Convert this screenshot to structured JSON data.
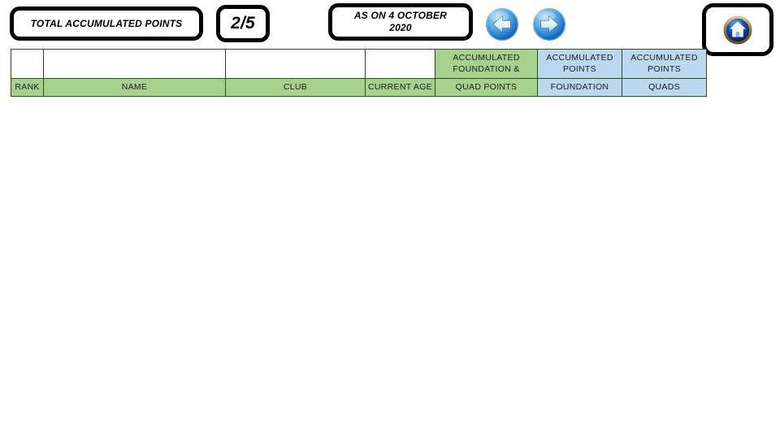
{
  "header": {
    "title": "TOTAL ACCUMULATED POINTS",
    "page_indicator": "2/5",
    "as_on_line1": "AS ON 4 OCTOBER",
    "as_on_line2": "2020",
    "prev_icon": "left-arrow-icon",
    "next_icon": "right-arrow-icon",
    "home_icon": "home-icon"
  },
  "table": {
    "columns": [
      {
        "key": "rank",
        "label_lines": [
          "RANK"
        ],
        "color": "green"
      },
      {
        "key": "name",
        "label_lines": [
          "NAME"
        ],
        "color": "green"
      },
      {
        "key": "club",
        "label_lines": [
          "CLUB"
        ],
        "color": "green"
      },
      {
        "key": "current_age",
        "label_lines": [
          "CURRENT AGE"
        ],
        "color": "green"
      },
      {
        "key": "acc_found_quad",
        "label_lines": [
          "ACCUMULATED",
          "FOUNDATION &",
          "QUAD POINTS"
        ],
        "color": "green"
      },
      {
        "key": "acc_pts_foundation",
        "label_lines": [
          "ACCUMULATED",
          "POINTS",
          "FOUNDATION"
        ],
        "color": "blue"
      },
      {
        "key": "acc_pts_quads",
        "label_lines": [
          "ACCUMULATED",
          "POINTS",
          "QUADS"
        ],
        "color": "blue"
      }
    ],
    "rows": []
  },
  "colors": {
    "green_header": "#A9D18E",
    "blue_header": "#BDD7EE",
    "border_black": "#000000",
    "arrow_blue": "#1B6FC4",
    "page_background": "#FFFFFF"
  }
}
